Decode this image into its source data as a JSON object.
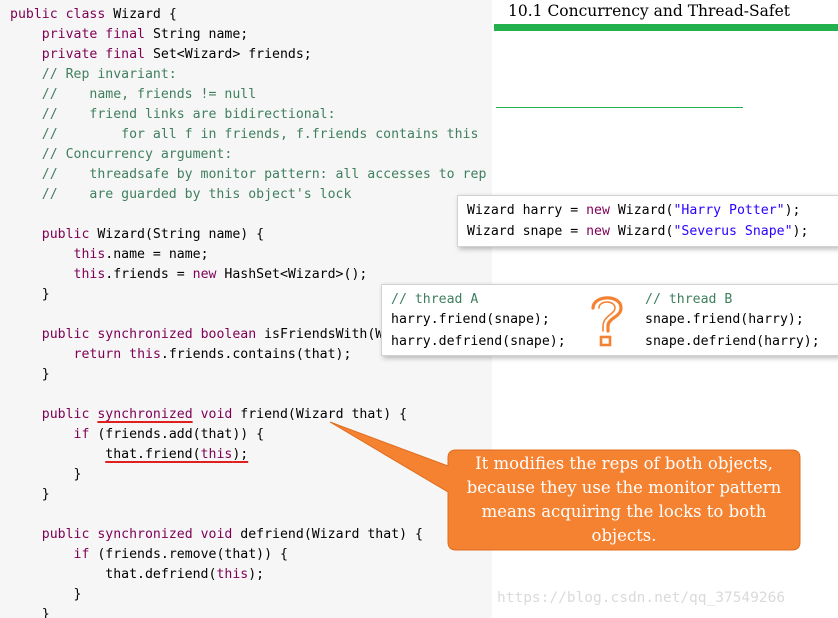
{
  "header": {
    "title": "10.1 Concurrency and Thread-Safet"
  },
  "code": [
    "public class Wizard {",
    "    private final String name;",
    "    private final Set<Wizard> friends;",
    "    // Rep invariant:",
    "    //    name, friends != null",
    "    //    friend links are bidirectional:",
    "    //        for all f in friends, f.friends contains this",
    "    // Concurrency argument:",
    "    //    threadsafe by monitor pattern: all accesses to rep",
    "    //    are guarded by this object's lock",
    "",
    "    public Wizard(String name) {",
    "        this.name = name;",
    "        this.friends = new HashSet<Wizard>();",
    "    }",
    "",
    "    public synchronized boolean isFriendsWith(Wizard that) {",
    "        return this.friends.contains(that);",
    "    }",
    "",
    "    public synchronized void friend(Wizard that) {",
    "        if (friends.add(that)) {",
    "            that.friend(this);",
    "        }",
    "    }",
    "",
    "    public synchronized void defriend(Wizard that) {",
    "        if (friends.remove(that)) {",
    "            that.defriend(this);",
    "        }",
    "    }",
    "}"
  ],
  "wizards_box": {
    "line1": {
      "a": "Wizard harry = ",
      "kw": "new",
      "b": " Wizard(",
      "str": "\"Harry Potter\"",
      "c": ");"
    },
    "line2": {
      "a": "Wizard snape = ",
      "kw": "new",
      "b": " Wizard(",
      "str": "\"Severus Snape\"",
      "c": ");"
    }
  },
  "threads_box": {
    "thread_a": {
      "comment": "// thread A",
      "line1": "harry.friend(snape);",
      "line2": "harry.defriend(snape);"
    },
    "thread_b": {
      "comment": "// thread B",
      "line1": "snape.friend(harry);",
      "line2": "snape.defriend(harry);"
    }
  },
  "callout": {
    "text": "It modifies the reps of both objects, because they use the monitor pattern means acquiring the locks to both objects.",
    "color": "#f58231"
  },
  "watermark": "https://blog.csdn.net/qq_37549266",
  "colors": {
    "accent_bar": "#22b14c",
    "underline": "#e02020",
    "question_mark": "#f58231"
  },
  "icons": {
    "question": "question-mark-icon"
  }
}
